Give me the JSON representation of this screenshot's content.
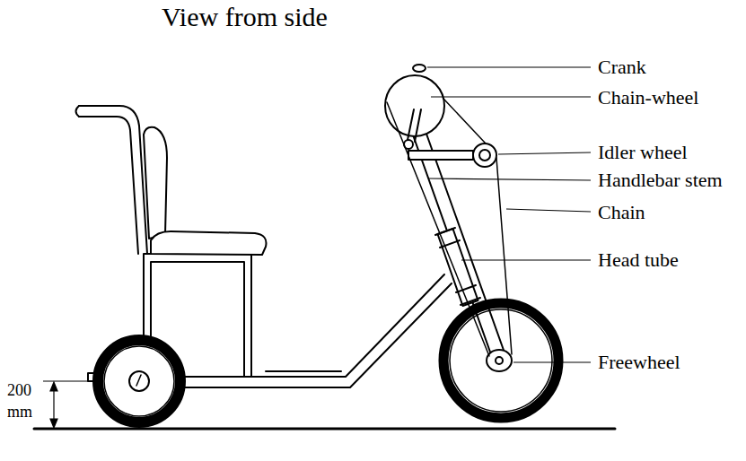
{
  "diagram": {
    "title": "View from side",
    "labels": [
      "Crank",
      "Chain-wheel",
      "Idler wheel",
      "Handlebar stem",
      "Chain",
      "Head tube",
      "Freewheel",
      "200 mm"
    ]
  }
}
